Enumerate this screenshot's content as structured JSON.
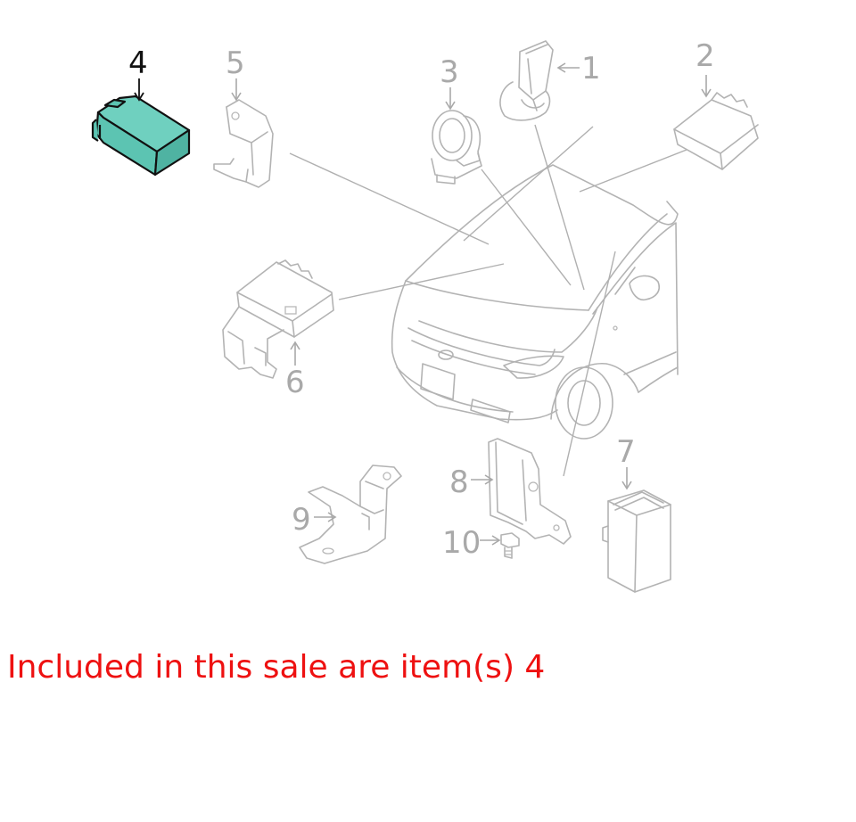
{
  "callouts": {
    "c1": "1",
    "c2": "2",
    "c3": "3",
    "c4": "4",
    "c5": "5",
    "c6": "6",
    "c7": "7",
    "c8": "8",
    "c9": "9",
    "c10": "10"
  },
  "highlighted_item": "4",
  "caption": "Included in this sale are item(s) 4",
  "colors": {
    "highlight_fill": "#5cc4b2",
    "line_gray": "#b3b3b3",
    "caption_red": "#ee1111"
  }
}
